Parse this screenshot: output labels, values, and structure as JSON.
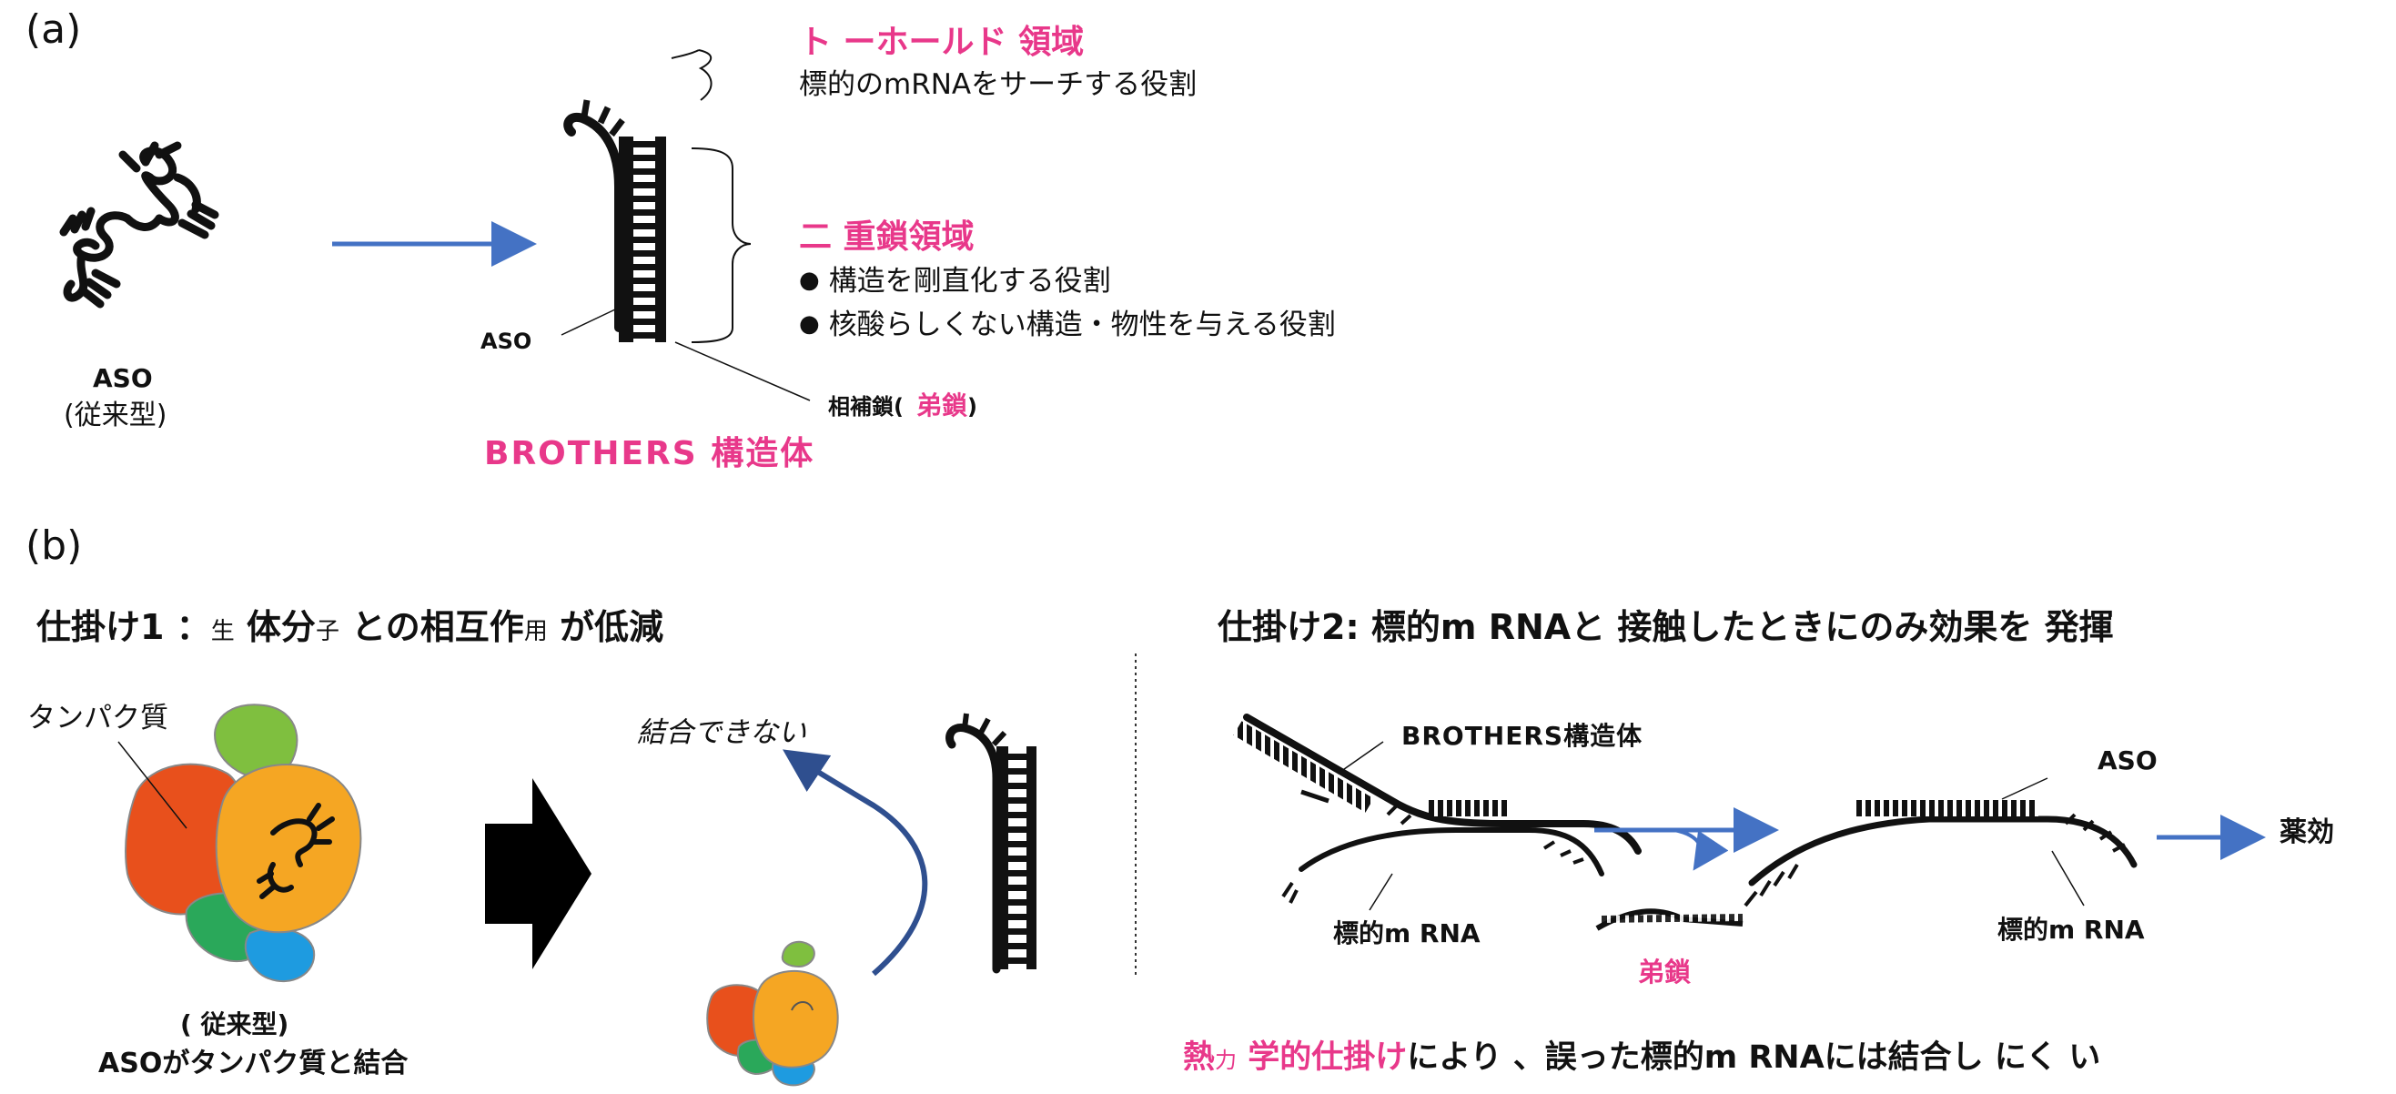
{
  "panel_a": {
    "label": "(a)",
    "aso_caption": "ASO",
    "aso_conventional": "(従来型)",
    "toehold_title": "ト ーホールド 領域",
    "toehold_desc": "標的のmRNAをサーチする役割",
    "duplex_title": "二 重鎖領域",
    "duplex_bullet1": "構造を剛直化する役割",
    "duplex_bullet2": "核酸らしくない構造・物性を与える役割",
    "aso_label": "ASO",
    "complement_label": "相補鎖(",
    "complement_pink": "弟鎖",
    "complement_close": ")",
    "structure_name": "BROTHERS 構造体"
  },
  "panel_b": {
    "label": "(b)",
    "mech1": {
      "prefix": "仕掛け1 ",
      "colon": "：",
      "small_sei": "生",
      "part1": " 体分",
      "small_ko": "子",
      "part2": " との相互作",
      "small_you": "用",
      "part3": " が低減",
      "protein_label": "タンパク質",
      "cannot_bind": "結合できない",
      "caption_line1": "( 従来型)",
      "caption_line2": "ASOがタンパク質と結合"
    },
    "mech2": {
      "title": "仕掛け2: 標的m RNAと 接触したときにのみ効果を 発揮",
      "brothers_label": "BROTHERS構造体",
      "target1": "標的m RNA",
      "younger": "弟鎖",
      "aso": "ASO",
      "target2": "標的m RNA",
      "drug_effect": "薬効",
      "bottom_pink1": "熱",
      "bottom_small": "力",
      "bottom_pink2": " 学的仕掛け",
      "bottom_rest": "により 、誤った標的m RNAには結合し にく い"
    }
  },
  "colors": {
    "accent_pink": "#e8388a",
    "arrow_blue": "#4472c4",
    "curve_navy": "#2f4f8f",
    "protein_red": "#e8501c",
    "protein_green": "#7fbf3f",
    "protein_orange": "#f5a623",
    "protein_blue": "#1e9be0",
    "protein_teal": "#2aa85a"
  },
  "icons": [
    "block-arrow-icon",
    "protein-blob-icon",
    "aso-strand-icon",
    "ladder-duplex-icon"
  ]
}
